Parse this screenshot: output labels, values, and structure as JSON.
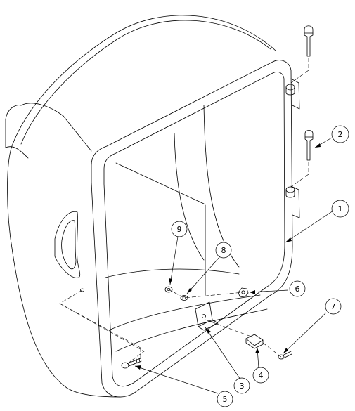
{
  "figure": {
    "type": "exploded-assembly-drawing",
    "line_color": "#000000",
    "background": "#ffffff"
  },
  "callouts": [
    {
      "id": "1",
      "label": "1"
    },
    {
      "id": "2",
      "label": "2"
    },
    {
      "id": "3",
      "label": "3"
    },
    {
      "id": "4",
      "label": "4"
    },
    {
      "id": "5",
      "label": "5"
    },
    {
      "id": "6",
      "label": "6"
    },
    {
      "id": "7",
      "label": "7"
    },
    {
      "id": "8",
      "label": "8"
    },
    {
      "id": "9",
      "label": "9"
    }
  ]
}
